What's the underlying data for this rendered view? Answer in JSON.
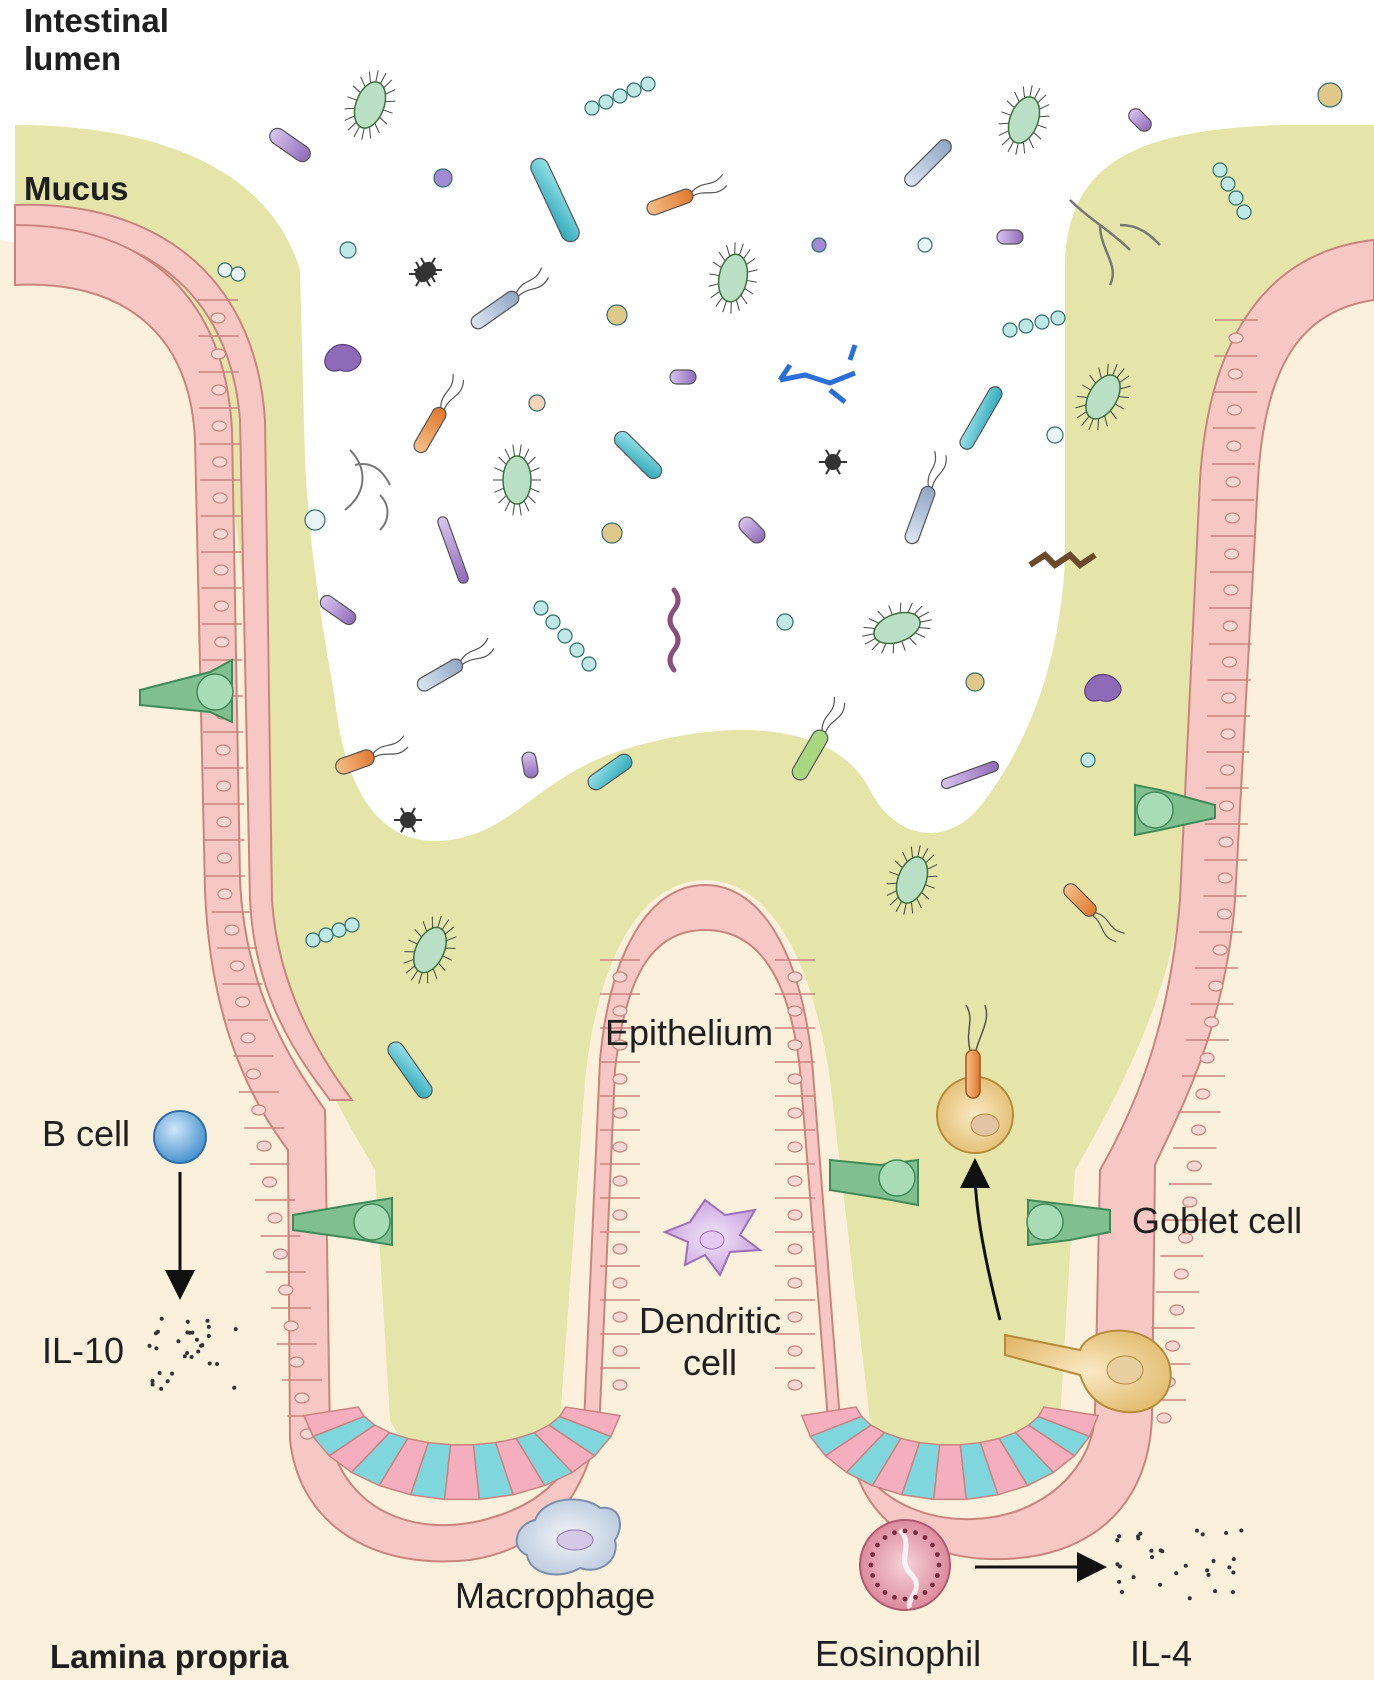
{
  "labels": {
    "intestinal_lumen": "Intestinal\nlumen",
    "mucus": "Mucus",
    "epithelium": "Epithelium",
    "b_cell": "B cell",
    "il10": "IL-10",
    "goblet_cell": "Goblet cell",
    "dendritic_cell": "Dendritic\ncell",
    "macrophage": "Macrophage",
    "eosinophil": "Eosinophil",
    "il4": "IL-4",
    "lamina_propria": "Lamina propria"
  },
  "colors": {
    "lumen": "#ffffff",
    "mucus": "#e6e5a9",
    "lamina_propria": "#fbf0dc",
    "epithelium": "#f6c7c3",
    "epithelium_border": "#c9847f",
    "goblet": "#7fbf90",
    "stem_cyan": "#7fd6dd",
    "b_cell": "#4f9fd8",
    "eosinophil": "#d77a8f",
    "macrophage": "#c9d7e6",
    "dendritic": "#d7b7e6"
  },
  "icons": [
    "bacterium-rod-icon",
    "bacterium-coccus-icon",
    "bacterium-chain-icon",
    "flagellated-bacterium-icon",
    "fungus-hyphae-icon",
    "virus-icon",
    "spirochete-icon",
    "arrow-icon"
  ]
}
